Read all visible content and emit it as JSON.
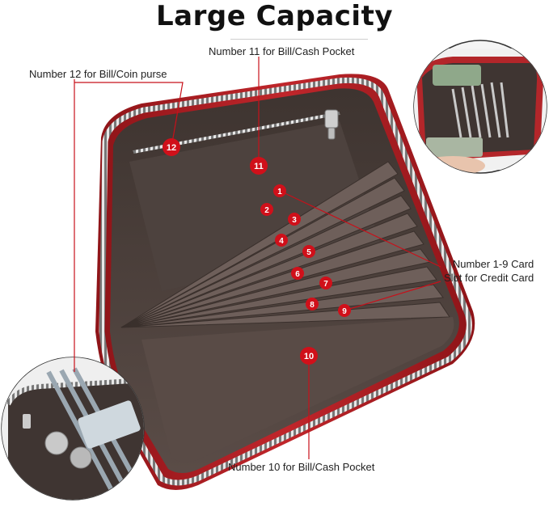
{
  "title": "Large Capacity",
  "captions": {
    "bill_cash_11": "Number 11 for Bill/Cash Pocket",
    "coin_12": "Number 12 for Bill/Coin purse",
    "card_slots_line1": "Number 1-9 Card",
    "card_slots_line2": "Slot for Credit Card",
    "bill_cash_10": "Number 10 for Bill/Cash Pocket"
  },
  "markers": [
    "1",
    "2",
    "3",
    "4",
    "5",
    "6",
    "7",
    "8",
    "9",
    "10",
    "11",
    "12"
  ],
  "colors": {
    "marker": "#d0101a",
    "leader_line": "#c8101a",
    "wallet_red": "#b21d22",
    "wallet_lining": "#4a3e3a"
  },
  "icons": [
    "wallet-photo",
    "zipper-pull-icon",
    "inset-photo-bills",
    "inset-photo-coins"
  ]
}
